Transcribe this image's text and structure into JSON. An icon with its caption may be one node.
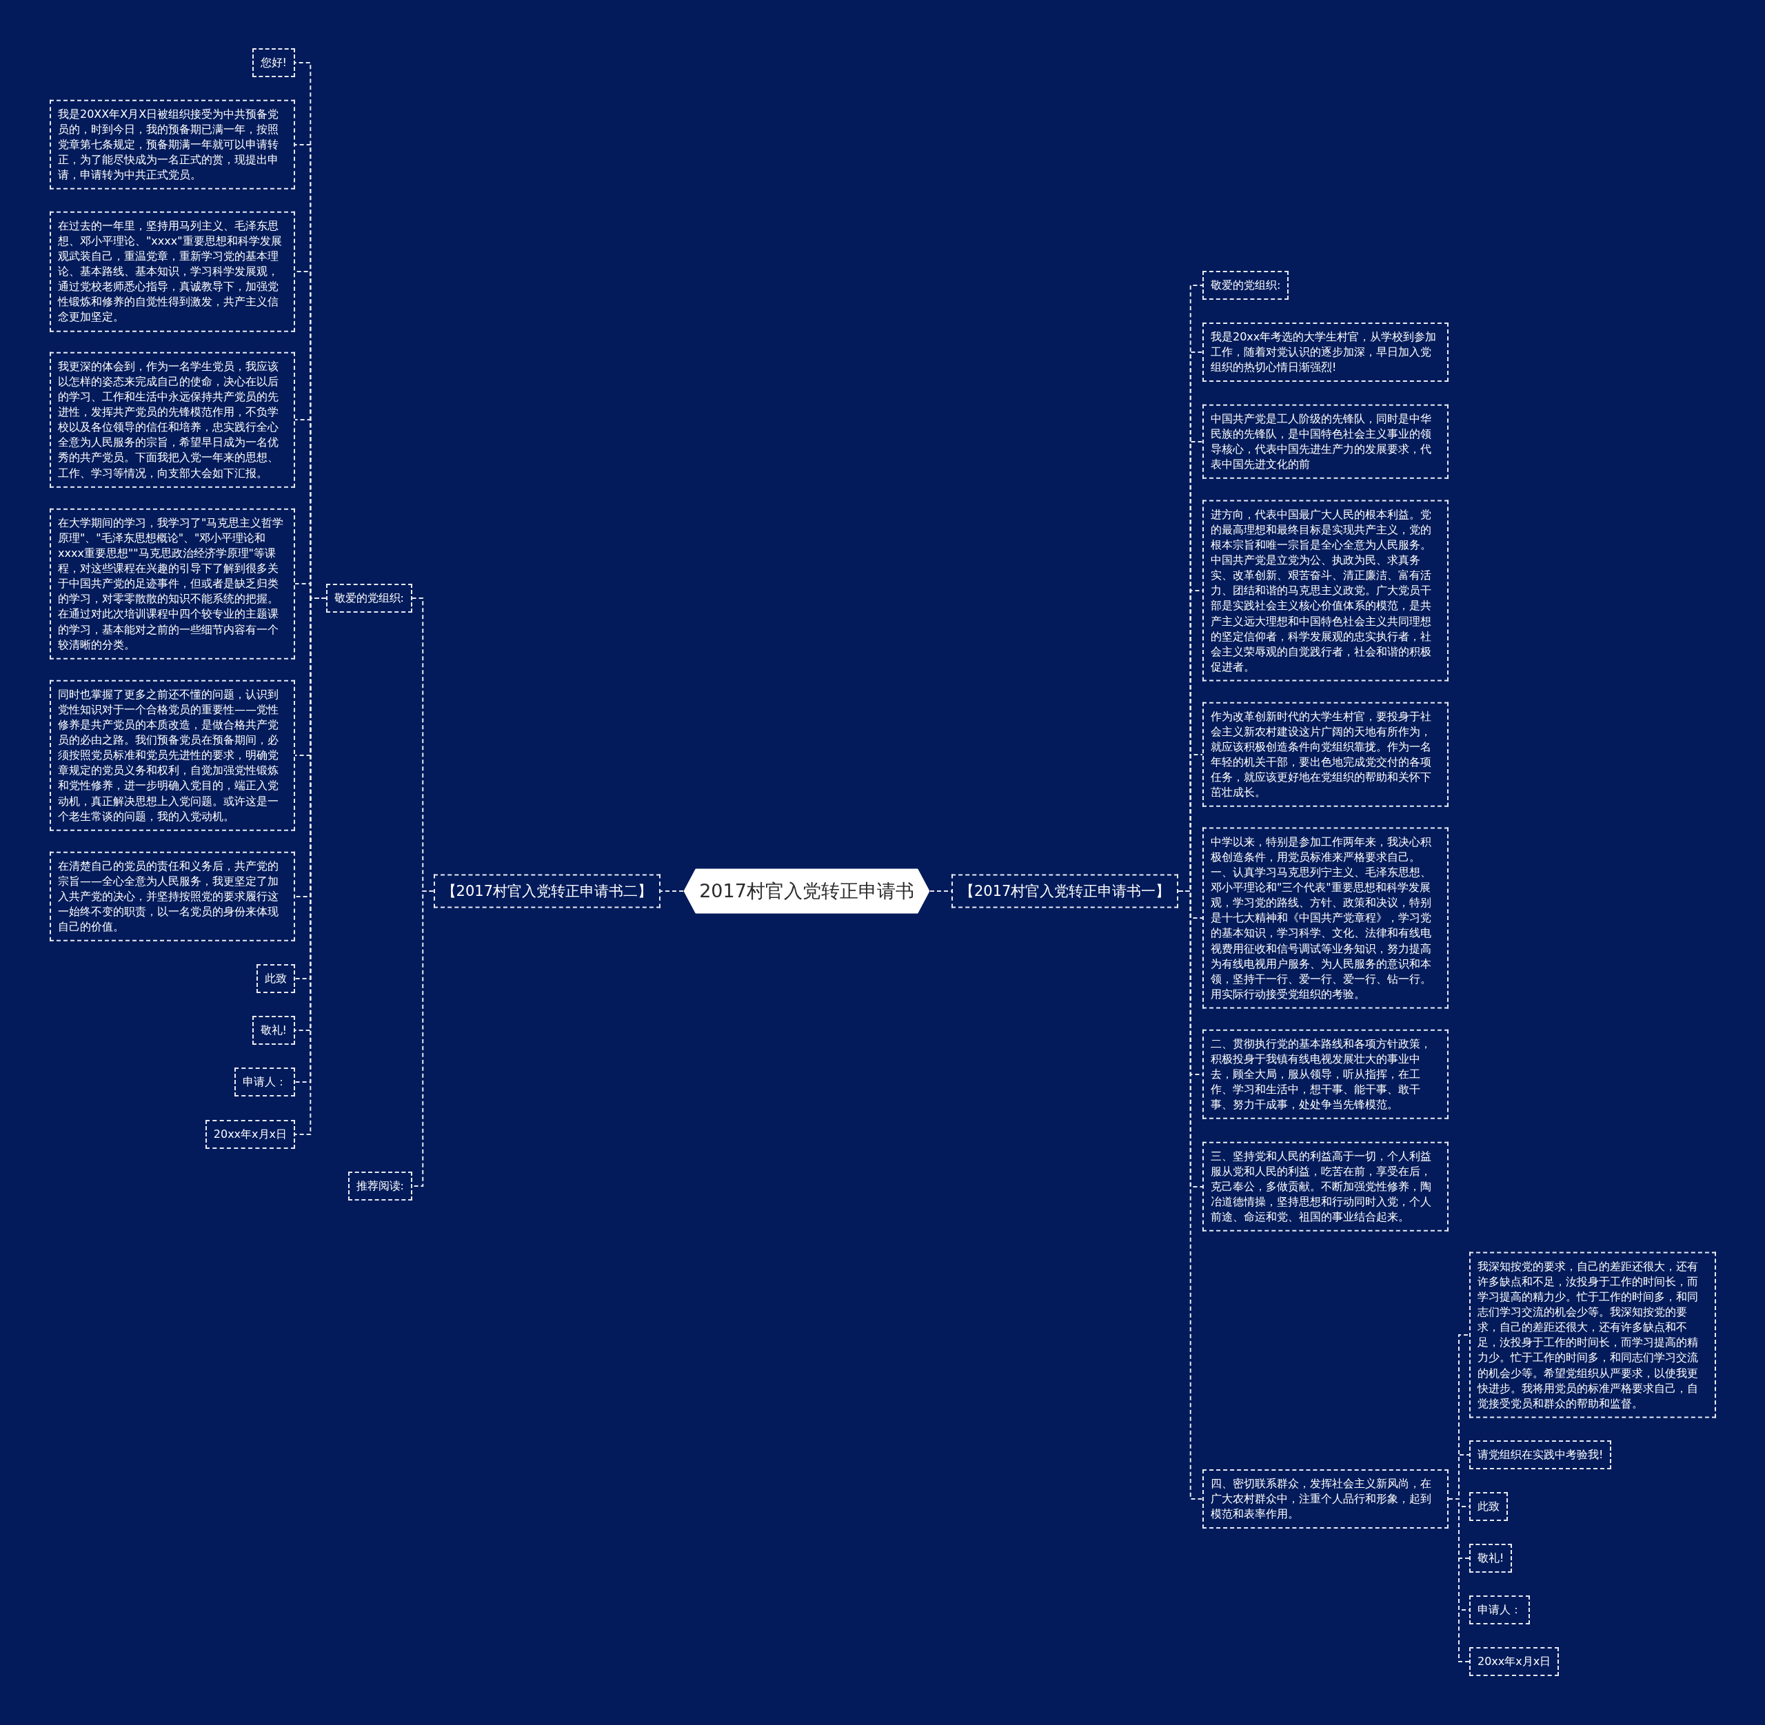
{
  "diagram": {
    "nodes": [
      {
        "text": [
          "2017村官入党转正申请书"
        ]
      },
      {
        "text": [
          "【2017村官入党转正申请书二】"
        ]
      },
      {
        "text": [
          "【2017村官入党转正申请书一】"
        ]
      },
      {
        "text": [
          "敬爱的党组织:"
        ]
      },
      {
        "text": [
          "推荐阅读:"
        ]
      },
      {
        "text": [
          "您好!"
        ]
      },
      {
        "text": [
          "我是20XX年X月X日被组织接受为中共预备党员的，时到今日，我的预备期已满一年，按照党章第七条规定，预备期满一年就可以申请转正，为了能尽快成为一名正式的赏，现提出申请，申请转为中共正式党员。"
        ]
      },
      {
        "text": [
          "在过去的一年里，坚持用马列主义、毛泽东思想、邓小平理论、\"xxxx\"重要思想和科学发展观武装自己，重温党章，重新学习党的基本理论、基本路线、基本知识，学习科学发展观，通过党校老师悉心指导，真诚教导下，加强党性锻炼和修养的自觉性得到激发，共产主义信念更加坚定。"
        ]
      },
      {
        "text": [
          "我更深的体会到，作为一名学生党员，我应该以怎样的姿态来完成自己的使命，决心在以后的学习、工作和生活中永远保持共产党员的先进性，发挥共产党员的先锋模范作用，不负学校以及各位领导的信任和培养，忠实践行全心全意为人民服务的宗旨，希望早日成为一名优秀的共产党员。下面我把入党一年来的思想、工作、学习等情况，向支部大会如下汇报。"
        ]
      },
      {
        "text": [
          "在大学期间的学习，我学习了\"马克思主义哲学原理\"、\"毛泽东思想概论\"、\"邓小平理论和xxxx重要思想\"\"马克思政治经济学原理\"等课程，对这些课程在兴趣的引导下了解到很多关于中国共产党的足迹事件，但或者是缺乏归类的学习，对零零散散的知识不能系统的把握。在通过对此次培训课程中四个较专业的主题课的学习，基本能对之前的一些细节内容有一个较清晰的分类。"
        ]
      },
      {
        "text": [
          "同时也掌握了更多之前还不懂的问题，认识到党性知识对于一个合格党员的重要性——党性修养是共产党员的本质改造，是做合格共产党员的必由之路。我们预备党员在预备期间，必须按照党员标准和党员先进性的要求，明确党章规定的党员义务和权利，自觉加强党性锻炼和党性修养，进一步明确入党目的，端正入党动机，真正解决思想上入党问题。或许这是一个老生常谈的问题，我的入党动机。"
        ]
      },
      {
        "text": [
          "在清楚自己的党员的责任和义务后，共产党的宗旨——全心全意为人民服务，我更坚定了加入共产党的决心，并坚持按照党的要求履行这一始终不变的职责，以一名党员的身份来体现自己的价值。"
        ]
      },
      {
        "text": [
          "此致"
        ]
      },
      {
        "text": [
          "敬礼!"
        ]
      },
      {
        "text": [
          "申请人："
        ]
      },
      {
        "text": [
          "20xx年x月x日"
        ]
      },
      {
        "text": [
          "敬爱的党组织:"
        ]
      },
      {
        "text": [
          "我是20xx年考选的大学生村官，从学校到参加工作，随着对党认识的逐步加深，早日加入党组织的热切心情日渐强烈!"
        ]
      },
      {
        "text": [
          "中国共产党是工人阶级的先锋队，同时是中华民族的先锋队，是中国特色社会主义事业的领导核心，代表中国先进生产力的发展要求，代表中国先进文化的前"
        ]
      },
      {
        "text": [
          "进方向，代表中国最广大人民的根本利益。党的最高理想和最终目标是实现共产主义，党的根本宗旨和唯一宗旨是全心全意为人民服务。中国共产党是立党为公、执政为民、求真务实、改革创新、艰苦奋斗、清正廉洁、富有活力、团结和谐的马克思主义政党。广大党员干部是实践社会主义核心价值体系的模范，是共产主义远大理想和中国特色社会主义共同理想的坚定信仰者，科学发展观的忠实执行者，社会主义荣辱观的自觉践行者，社会和谐的积极促进者。"
        ]
      },
      {
        "text": [
          "作为改革创新时代的大学生村官，要投身于社会主义新农村建设这片广阔的天地有所作为，就应该积极创造条件向党组织靠拢。作为一名年轻的机关干部，要出色地完成党交付的各项任务，就应该更好地在党组织的帮助和关怀下茁壮成长。"
        ]
      },
      {
        "text": [
          "中学以来，特别是参加工作两年来，我决心积极创造条件，用党员标准来严格要求自己。一、认真学习马克思列宁主义、毛泽东思想、邓小平理论和\"三个代表\"重要思想和科学发展观，学习党的路线、方针、政策和决议，特别是十七大精神和《中国共产党章程》，学习党的基本知识，学习科学、文化、法律和有线电视费用征收和信号调试等业务知识，努力提高为有线电视用户服务、为人民服务的意识和本领，坚持干一行、爱一行、爱一行、钻一行。用实际行动接受党组织的考验。"
        ]
      },
      {
        "text": [
          "二、贯彻执行党的基本路线和各项方针政策，积极投身于我镇有线电视发展壮大的事业中去，顾全大局，服从领导，听从指挥，在工作、学习和生活中，想干事、能干事、敢干事、努力干成事，处处争当先锋模范。"
        ]
      },
      {
        "text": [
          "三、坚持党和人民的利益高于一切，个人利益服从党和人民的利益，吃苦在前，享受在后，克己奉公，多做贡献。不断加强党性修养，陶冶道德情操，坚持思想和行动同时入党，个人前途、命运和党、祖国的事业结合起来。"
        ]
      },
      {
        "text": [
          "四、密切联系群众，发挥社会主义新风尚，在广大农村群众中，注重个人品行和形象，起到模范和表率作用。"
        ]
      },
      {
        "text": [
          "我深知按党的要求，自己的差距还很大，还有许多缺点和不足，汝投身于工作的时间长，而学习提高的精力少。忙于工作的时间多，和同志们学习交流的机会少等。我深知按党的要求，自己的差距还很大，还有许多缺点和不足，汝投身于工作的时间长，而学习提高的精力少。忙于工作的时间多，和同志们学习交流的机会少等。希望党组织从严要求，以使我更快进步。我将用党员的标准严格要求自己，自觉接受党员和群众的帮助和监督。"
        ]
      },
      {
        "text": [
          "请党组织在实践中考验我!"
        ]
      },
      {
        "text": [
          "此致"
        ]
      },
      {
        "text": [
          "敬礼!"
        ]
      },
      {
        "text": [
          "申请人："
        ]
      },
      {
        "text": [
          "20xx年x月x日"
        ]
      }
    ],
    "edges": [
      {
        "from": 0,
        "to": 1,
        "arrow": "none"
      },
      {
        "from": 0,
        "to": 2,
        "arrow": "none"
      },
      {
        "from": 1,
        "to": 3,
        "arrow": "none"
      },
      {
        "from": 1,
        "to": 4,
        "arrow": "none"
      },
      {
        "from": 3,
        "to": 5,
        "arrow": "none"
      },
      {
        "from": 3,
        "to": 6,
        "arrow": "none"
      },
      {
        "from": 3,
        "to": 7,
        "arrow": "none"
      },
      {
        "from": 3,
        "to": 8,
        "arrow": "none"
      },
      {
        "from": 3,
        "to": 9,
        "arrow": "none"
      },
      {
        "from": 3,
        "to": 10,
        "arrow": "none"
      },
      {
        "from": 3,
        "to": 11,
        "arrow": "none"
      },
      {
        "from": 3,
        "to": 12,
        "arrow": "none"
      },
      {
        "from": 3,
        "to": 13,
        "arrow": "none"
      },
      {
        "from": 3,
        "to": 14,
        "arrow": "none"
      },
      {
        "from": 3,
        "to": 15,
        "arrow": "none"
      },
      {
        "from": 2,
        "to": 16,
        "arrow": "none"
      },
      {
        "from": 2,
        "to": 17,
        "arrow": "none"
      },
      {
        "from": 2,
        "to": 18,
        "arrow": "none"
      },
      {
        "from": 2,
        "to": 19,
        "arrow": "none"
      },
      {
        "from": 2,
        "to": 20,
        "arrow": "none"
      },
      {
        "from": 2,
        "to": 21,
        "arrow": "none"
      },
      {
        "from": 2,
        "to": 22,
        "arrow": "none"
      },
      {
        "from": 2,
        "to": 23,
        "arrow": "none"
      },
      {
        "from": 2,
        "to": 24,
        "arrow": "none"
      },
      {
        "from": 24,
        "to": 25,
        "arrow": "none"
      },
      {
        "from": 24,
        "to": 26,
        "arrow": "none"
      },
      {
        "from": 24,
        "to": 27,
        "arrow": "none"
      },
      {
        "from": 24,
        "to": 28,
        "arrow": "none"
      },
      {
        "from": 24,
        "to": 29,
        "arrow": "none"
      },
      {
        "from": 24,
        "to": 30,
        "arrow": "none"
      }
    ]
  }
}
